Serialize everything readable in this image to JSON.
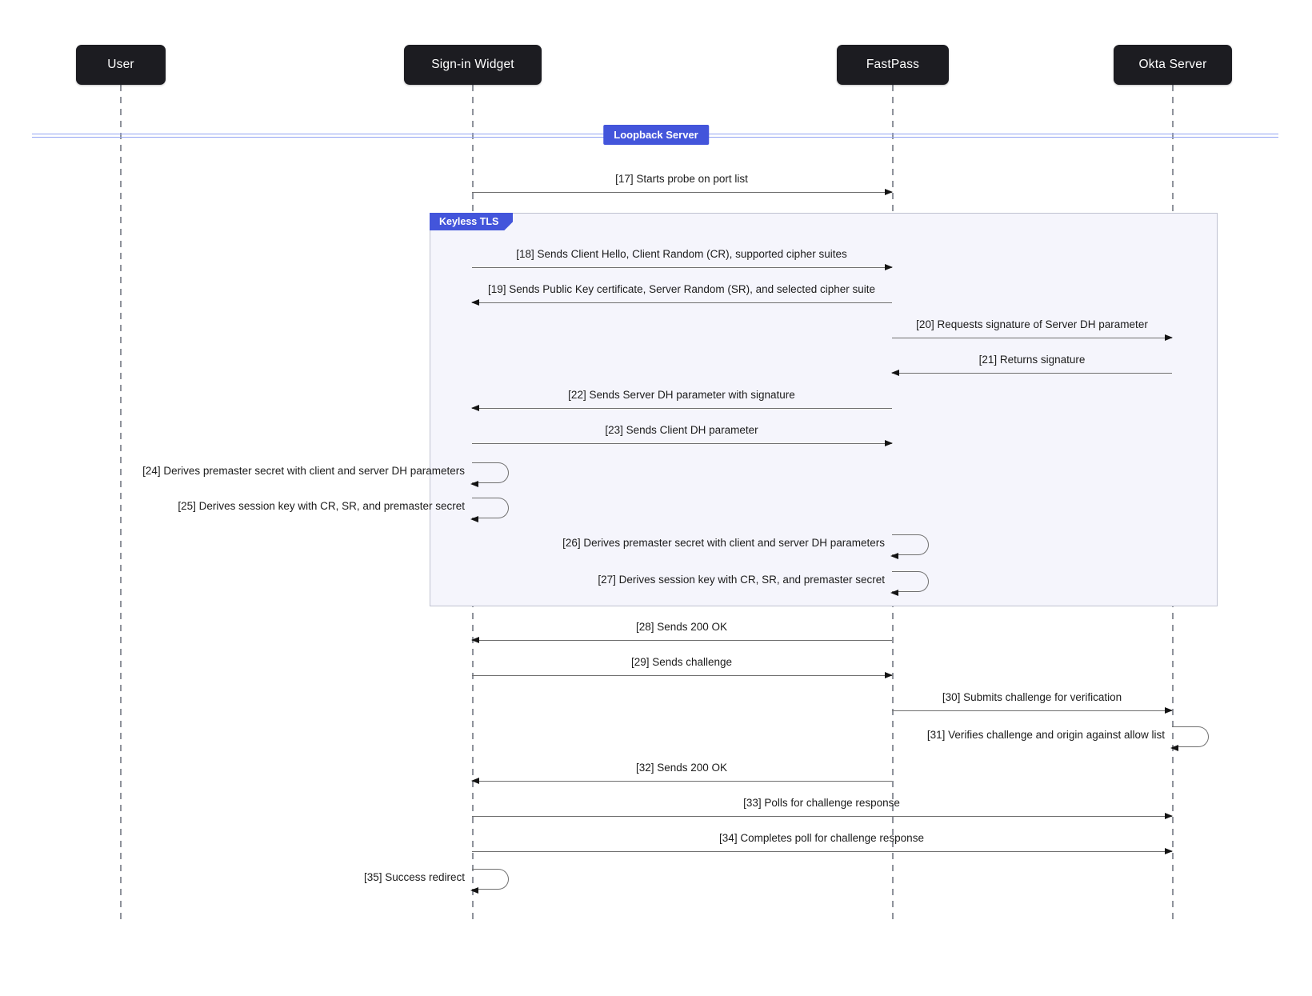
{
  "actors": {
    "user": {
      "label": "User"
    },
    "signin_widget": {
      "label": "Sign-in Widget"
    },
    "fastpass": {
      "label": "FastPass"
    },
    "okta_server": {
      "label": "Okta Server"
    }
  },
  "divider": {
    "label": "Loopback Server"
  },
  "fragment": {
    "label": "Keyless TLS"
  },
  "messages": {
    "m17": {
      "label": "[17] Starts probe on port list",
      "from": "Sign-in Widget",
      "to": "FastPass",
      "type": "arrow"
    },
    "m18": {
      "label": "[18] Sends Client Hello, Client Random (CR), supported cipher suites",
      "from": "Sign-in Widget",
      "to": "FastPass",
      "type": "arrow"
    },
    "m19": {
      "label": "[19] Sends Public Key certificate, Server Random (SR), and selected cipher suite",
      "from": "FastPass",
      "to": "Sign-in Widget",
      "type": "arrow"
    },
    "m20": {
      "label": "[20] Requests signature of Server DH parameter",
      "from": "FastPass",
      "to": "Okta Server",
      "type": "arrow"
    },
    "m21": {
      "label": "[21] Returns signature",
      "from": "Okta Server",
      "to": "FastPass",
      "type": "arrow"
    },
    "m22": {
      "label": "[22] Sends Server DH parameter with signature",
      "from": "FastPass",
      "to": "Sign-in Widget",
      "type": "arrow"
    },
    "m23": {
      "label": "[23] Sends Client DH parameter",
      "from": "Sign-in Widget",
      "to": "FastPass",
      "type": "arrow"
    },
    "m24": {
      "label": "[24] Derives premaster secret with client and server DH parameters",
      "from": "Sign-in Widget",
      "to": "Sign-in Widget",
      "type": "self"
    },
    "m25": {
      "label": "[25] Derives session key with CR, SR, and premaster secret",
      "from": "Sign-in Widget",
      "to": "Sign-in Widget",
      "type": "self"
    },
    "m26": {
      "label": "[26] Derives premaster secret with client and server DH parameters",
      "from": "FastPass",
      "to": "FastPass",
      "type": "self"
    },
    "m27": {
      "label": "[27] Derives session key with CR, SR, and premaster secret",
      "from": "FastPass",
      "to": "FastPass",
      "type": "self"
    },
    "m28": {
      "label": "[28] Sends 200 OK",
      "from": "FastPass",
      "to": "Sign-in Widget",
      "type": "arrow"
    },
    "m29": {
      "label": "[29] Sends challenge",
      "from": "Sign-in Widget",
      "to": "FastPass",
      "type": "arrow"
    },
    "m30": {
      "label": "[30] Submits challenge for verification",
      "from": "FastPass",
      "to": "Okta Server",
      "type": "arrow"
    },
    "m31": {
      "label": "[31] Verifies challenge and origin against allow list",
      "from": "Okta Server",
      "to": "Okta Server",
      "type": "self"
    },
    "m32": {
      "label": "[32] Sends 200 OK",
      "from": "FastPass",
      "to": "Sign-in Widget",
      "type": "arrow"
    },
    "m33": {
      "label": "[33] Polls for challenge response",
      "from": "Sign-in Widget",
      "to": "Okta Server",
      "type": "arrow"
    },
    "m34": {
      "label": "[34] Completes poll for challenge response",
      "from": "Sign-in Widget",
      "to": "Okta Server",
      "type": "arrow"
    },
    "m35": {
      "label": "[35] Success redirect",
      "from": "Sign-in Widget",
      "to": "Sign-in Widget",
      "type": "self"
    }
  },
  "colors": {
    "accent-blue": "#4355db",
    "divider-line-blue": "#94a4f2",
    "fragment-fill": "#f5f5fc",
    "fragment-border": "#bfc2d1",
    "actor-fill": "#1c1c21",
    "actor-text": "#ffffff",
    "message-line": "#6f6f6f",
    "arrowhead": "#141414",
    "message-text": "#1c1c1c",
    "lifeline": "#8f939b"
  }
}
